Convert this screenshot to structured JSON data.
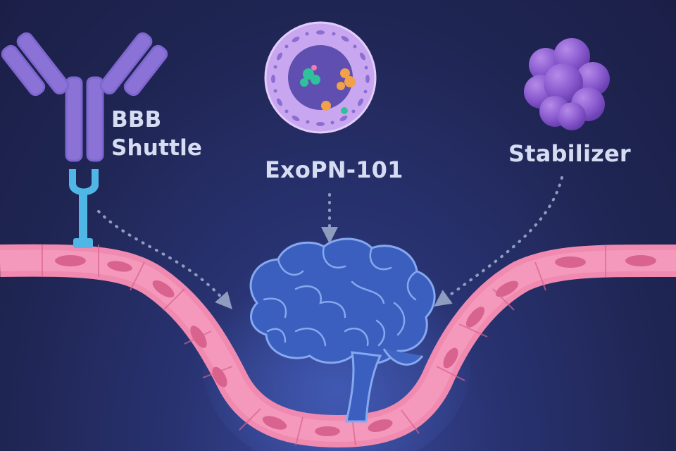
{
  "diagram": {
    "labels": {
      "bbb_shuttle_line1": "BBB",
      "bbb_shuttle_line2": "Shuttle",
      "exosome": "ExoPN-101",
      "stabilizer": "Stabilizer"
    },
    "colors": {
      "background": "#1f2451",
      "vessel_wall": "#f08ab0",
      "vessel_cell_nucleus": "#d9638f",
      "antibody": "#8a72d6",
      "receptor": "#4fb6e6",
      "exosome_membrane": "#c9a6f0",
      "exosome_core": "#5f4fb0",
      "stabilizer": "#8b5cd0",
      "brain": "#5a86d8",
      "arrows": "#8f9cc0",
      "label_text": "#d6dcf2"
    },
    "icons": {
      "antibody": "antibody-icon",
      "receptor": "receptor-icon",
      "exosome": "exosome-icon",
      "stabilizer": "stabilizer-cluster-icon",
      "brain": "brain-icon",
      "vessel": "blood-vessel-wall"
    }
  }
}
